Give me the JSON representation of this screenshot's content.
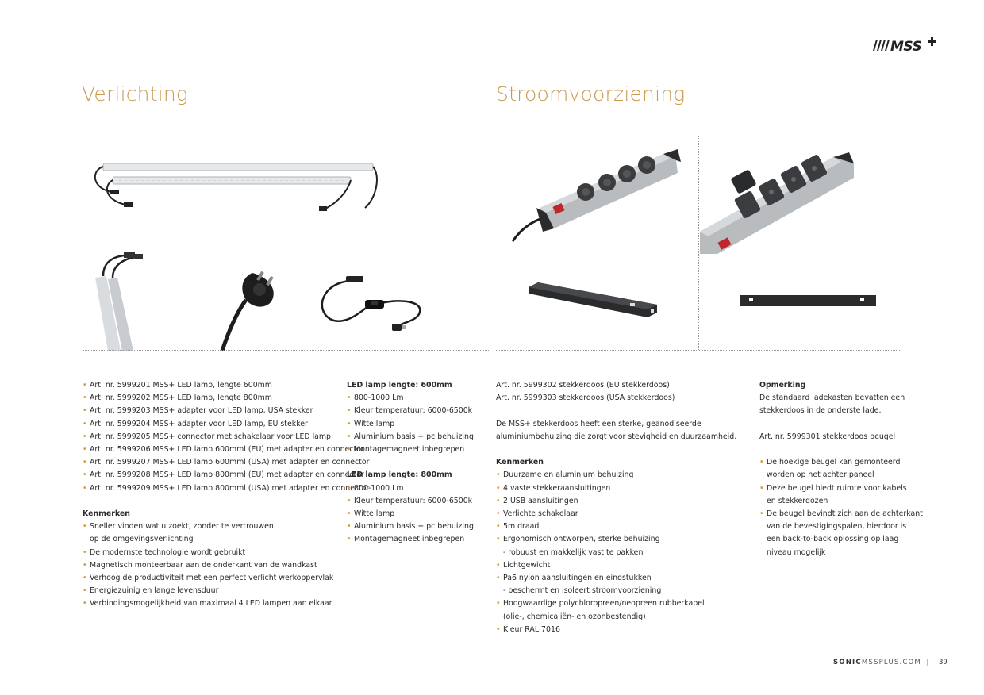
{
  "brand": {
    "logo_text": "MSS+"
  },
  "left_section": {
    "title": "Verlichting",
    "products": [
      "Art. nr. 5999201  MSS+ LED lamp, lengte 600mm",
      "Art. nr. 5999202  MSS+ LED lamp, lengte 800mm",
      "Art. nr. 5999203  MSS+ adapter voor LED lamp, USA stekker",
      "Art. nr. 5999204  MSS+ adapter voor LED lamp, EU stekker",
      "Art. nr. 5999205  MSS+ connector met schakelaar voor LED lamp",
      "Art. nr. 5999206  MSS+ LED lamp 600mml (EU) met adapter en connector",
      "Art. nr. 5999207  MSS+ LED lamp 600mml (USA) met adapter en connector",
      "Art. nr. 5999208  MSS+ LED lamp 800mml (EU) met adapter en connector",
      "Art. nr. 5999209  MSS+ LED lamp 800mml (USA) met adapter en connector"
    ],
    "features_heading": "Kenmerken",
    "features": [
      {
        "text": "Sneller vinden wat u zoekt, zonder te vertrouwen",
        "cont": "op de omgevingsverlichting"
      },
      {
        "text": "De modernste technologie wordt gebruikt"
      },
      {
        "text": "Magnetisch monteerbaar aan de onderkant van de wandkast"
      },
      {
        "text": "Verhoog de productiviteit met een perfect verlicht werkoppervlak"
      },
      {
        "text": "Energiezuinig en lange levensduur"
      },
      {
        "text": "Verbindingsmogelijkheid van maximaal 4 LED lampen aan elkaar"
      }
    ],
    "spec_600": {
      "heading": "LED lamp lengte: 600mm",
      "items": [
        "800-1000 Lm",
        "Kleur temperatuur: 6000-6500k",
        "Witte lamp",
        "Aluminium basis + pc behuizing",
        "Montagemagneet inbegrepen"
      ]
    },
    "spec_800": {
      "heading": "LED lamp lengte: 800mm",
      "items": [
        "800-1000 Lm",
        "Kleur temperatuur: 6000-6500k",
        "Witte lamp",
        "Aluminium basis + pc behuizing",
        "Montagemagneet inbegrepen"
      ]
    }
  },
  "right_section": {
    "title": "Stroomvoorziening",
    "products": [
      "Art. nr. 5999302 stekkerdoos (EU stekkerdoos)",
      "Art. nr. 5999303 stekkerdoos (USA stekkerdoos)"
    ],
    "description": [
      "De MSS+ stekkerdoos heeft een sterke, geanodiseerde",
      "aluminiumbehuizing die zorgt voor stevigheid en duurzaamheid."
    ],
    "features_heading": "Kenmerken",
    "features": [
      {
        "text": "Duurzame en aluminium behuizing"
      },
      {
        "text": "4 vaste stekkeraansluitingen"
      },
      {
        "text": "2 USB aansluitingen"
      },
      {
        "text": "Verlichte schakelaar"
      },
      {
        "text": "5m draad"
      },
      {
        "text": "Ergonomisch ontworpen, sterke behuizing",
        "cont": "- robuust en makkelijk vast te pakken"
      },
      {
        "text": "Lichtgewicht"
      },
      {
        "text": "Pa6 nylon aansluitingen en eindstukken",
        "cont": "- beschermt en isoleert stroomvoorziening"
      },
      {
        "text": "Hoogwaardige polychloropreen/neopreen rubberkabel",
        "cont": "(olie-, chemicaliën- en ozonbestendig)"
      },
      {
        "text": "Kleur RAL 7016"
      }
    ],
    "remark_heading": "Opmerking",
    "remark_lines": [
      "De standaard ladekasten bevatten een",
      "stekkerdoos in de onderste lade."
    ],
    "bracket_product": "Art. nr. 5999301 stekkerdoos beugel",
    "bracket_features": [
      {
        "text": "De hoekige beugel kan gemonteerd",
        "cont": "worden op het achter paneel"
      },
      {
        "text": "Deze beugel biedt ruimte voor kabels",
        "cont": "en stekkerdozen"
      },
      {
        "text": "De beugel bevindt zich aan de achterkant",
        "cont": [
          "van de bevestigingspalen, hierdoor is",
          "een back-to-back oplossing op laag",
          "niveau mogelijk"
        ]
      }
    ]
  },
  "footer": {
    "site_bold": "SONIC",
    "site_rest": "MSSPLUS.COM",
    "separator": "|",
    "page_number": "39"
  },
  "colors": {
    "accent": "#c99a4f",
    "bullet": "#d29b3d",
    "text": "#2a2a2a",
    "housing": "#b8bcbf",
    "socket": "#3a3c3f",
    "switch": "#c0262b"
  }
}
